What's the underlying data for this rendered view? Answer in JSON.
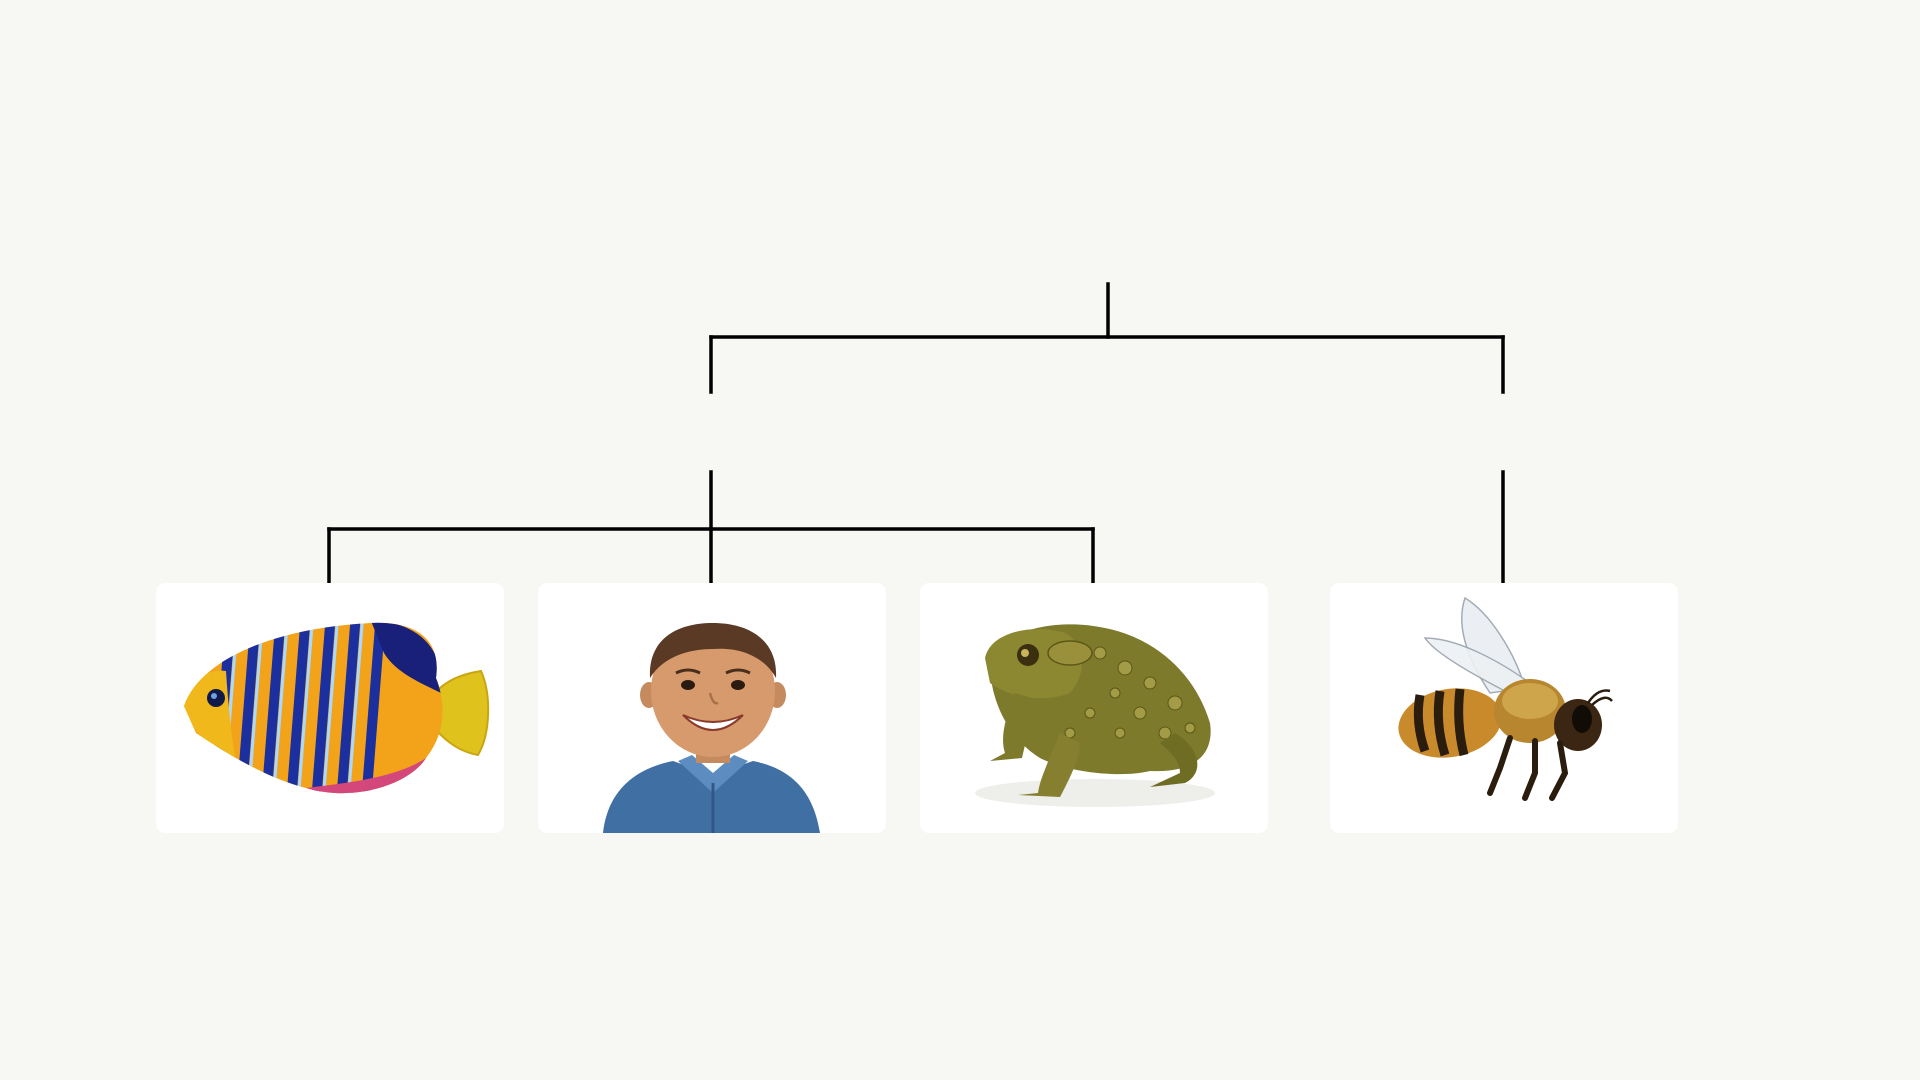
{
  "diagram": {
    "type": "classification-tree",
    "line_color": "#000000",
    "background_color": "#f7f7f4",
    "groups": [
      {
        "members": [
          "fish",
          "child",
          "toad"
        ]
      },
      {
        "members": [
          "bee"
        ]
      }
    ],
    "cards": [
      {
        "id": "fish",
        "image": "fish-image",
        "depicts": "fish"
      },
      {
        "id": "child",
        "image": "child-image",
        "depicts": "child"
      },
      {
        "id": "toad",
        "image": "toad-image",
        "depicts": "toad"
      },
      {
        "id": "bee",
        "image": "bee-image",
        "depicts": "bee"
      }
    ]
  }
}
